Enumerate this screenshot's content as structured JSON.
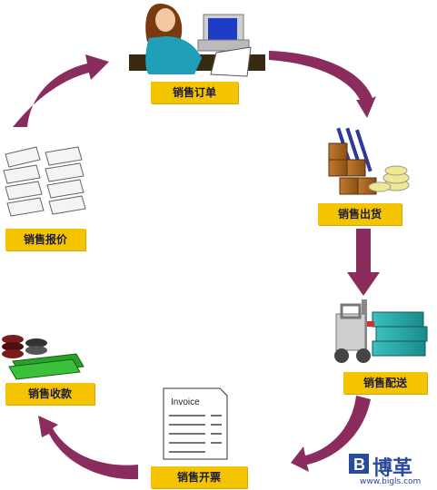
{
  "steps": {
    "order": "销售订单",
    "shipment": "销售出货",
    "delivery": "销售配送",
    "invoicing": "销售开票",
    "collection": "销售收款",
    "quotation": "销售报价"
  },
  "invoice_doc_title": "Invoice",
  "logo": {
    "mark": "B",
    "name": "博革",
    "url": "www.bigls.com"
  },
  "colors": {
    "arrow": "#8b2c5e",
    "label_bg": "#f5c400",
    "logo": "#2a4a9a"
  }
}
